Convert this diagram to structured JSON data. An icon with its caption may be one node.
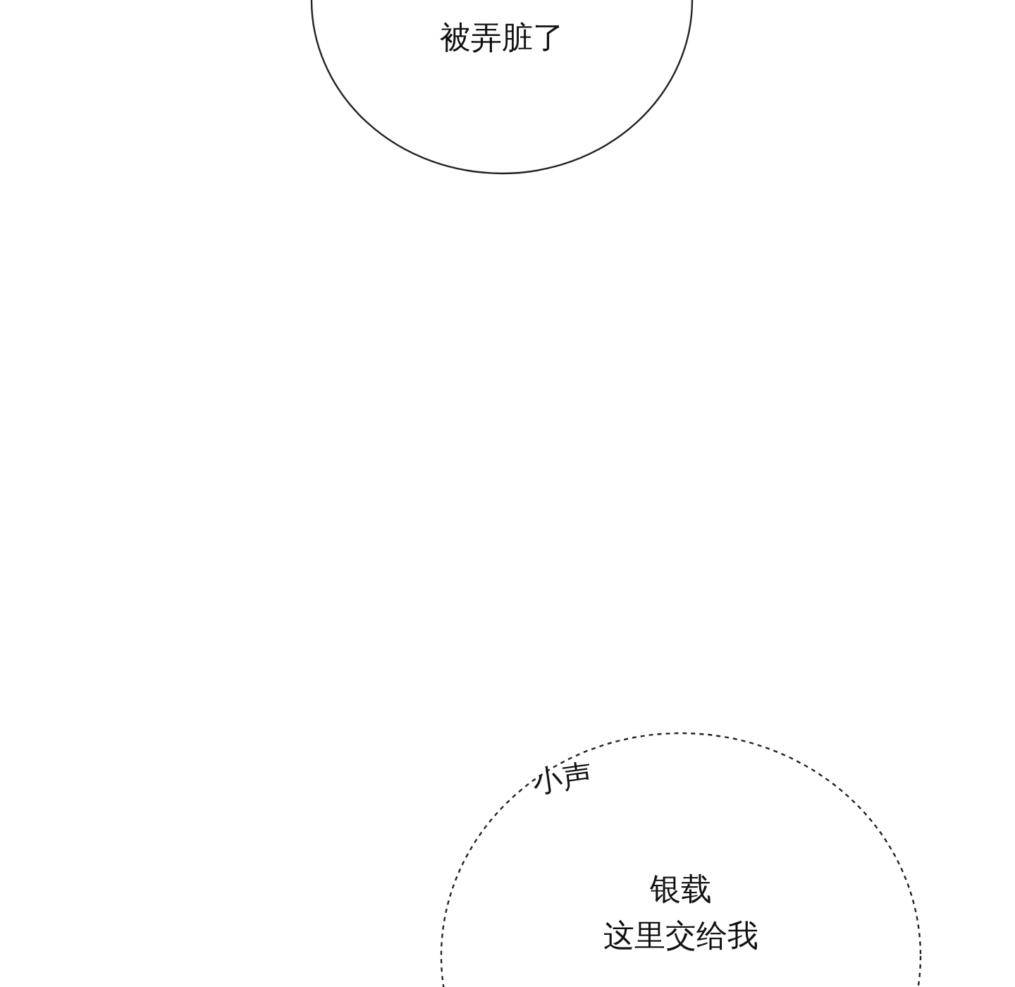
{
  "diagram": {
    "nodes": [
      {
        "text": [
          "被弄脏了"
        ]
      },
      {
        "text": [
          "小声",
          "银载",
          "这里交给我"
        ]
      }
    ]
  }
}
